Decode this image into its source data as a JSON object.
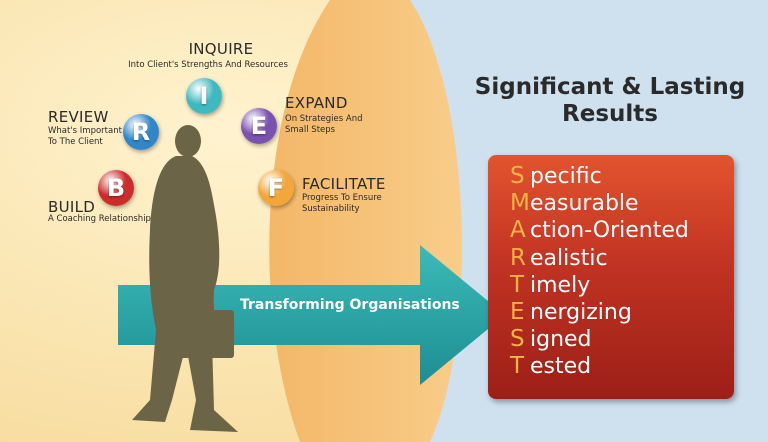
{
  "steps": [
    {
      "letter": "I",
      "title": "INQUIRE",
      "description": "Into Client's Strengths And Resources",
      "color": "#3fb9c0"
    },
    {
      "letter": "R",
      "title": "REVIEW",
      "description": "What's Important\nTo The Client",
      "color": "#2f86c9"
    },
    {
      "letter": "E",
      "title": "EXPAND",
      "description": "On Strategies And\nSmall Steps",
      "color": "#7a52b0"
    },
    {
      "letter": "B",
      "title": "BUILD",
      "description": "A Coaching Relationship",
      "color": "#cc2c2c"
    },
    {
      "letter": "F",
      "title": "FACILITATE",
      "description": "Progress To Ensure\nSustainability",
      "color": "#f3a63a"
    }
  ],
  "arrow": {
    "label": "Transforming Organisations",
    "color": "#2aa6a6"
  },
  "results": {
    "title_line1": "Significant & Lasting",
    "title_line2": "Results"
  },
  "smart": [
    {
      "letter": "S",
      "rest": "pecific"
    },
    {
      "letter": "M",
      "rest": "easurable"
    },
    {
      "letter": "A",
      "rest": "ction-Oriented"
    },
    {
      "letter": "R",
      "rest": "ealistic"
    },
    {
      "letter": "T",
      "rest": "imely"
    },
    {
      "letter": "E",
      "rest": "nergizing"
    },
    {
      "letter": "S",
      "rest": "igned"
    },
    {
      "letter": "T",
      "rest": "ested"
    }
  ],
  "colors": {
    "left_bg": "#fbe6b0",
    "middle_bg": "#f6c07a",
    "right_bg": "#cfe0ef",
    "silhouette": "#6b6446",
    "smart_box": "#c13323",
    "smart_letter": "#f6b544"
  }
}
